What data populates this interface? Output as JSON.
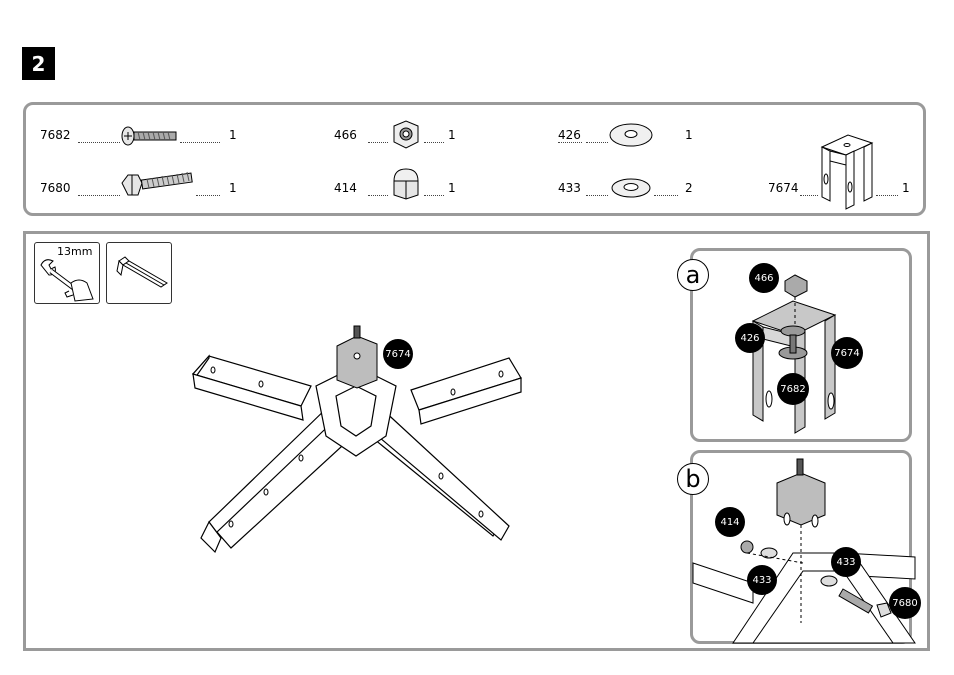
{
  "step": {
    "number": "2"
  },
  "parts": [
    {
      "code": "7682",
      "qty": "1",
      "icon": "carriage-bolt-icon"
    },
    {
      "code": "7680",
      "qty": "1",
      "icon": "hex-bolt-icon"
    },
    {
      "code": "466",
      "qty": "1",
      "icon": "hex-nut-icon"
    },
    {
      "code": "414",
      "qty": "1",
      "icon": "cap-nut-icon"
    },
    {
      "code": "426",
      "qty": "1",
      "icon": "washer-large-icon"
    },
    {
      "code": "433",
      "qty": "2",
      "icon": "washer-icon"
    },
    {
      "code": "7674",
      "qty": "1",
      "icon": "u-bracket-icon"
    }
  ],
  "tools": [
    {
      "label": "13mm",
      "icon": "wrench-icon"
    },
    {
      "label": "",
      "icon": "hex-key-icon"
    }
  ],
  "main_callout": "7674",
  "details": {
    "a": {
      "letter": "a",
      "callouts": [
        "466",
        "426",
        "7674",
        "7682"
      ]
    },
    "b": {
      "letter": "b",
      "callouts": [
        "414",
        "433",
        "433",
        "7680"
      ]
    }
  },
  "colors": {
    "panel_border": "#9a9a9a",
    "bracket_gray": "#bdbdbd",
    "callout_bg": "#000000"
  }
}
